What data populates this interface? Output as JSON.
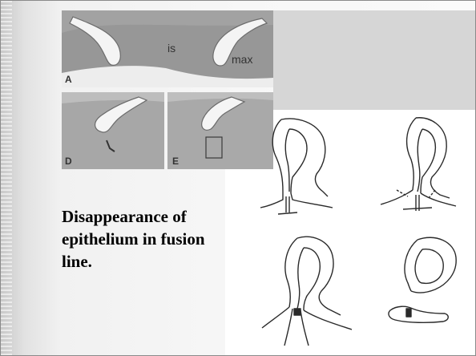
{
  "slide": {
    "caption": "Disappearance of epithelium in fusion line.",
    "panel_labels": {
      "a": "A",
      "d": "D",
      "e": "E"
    },
    "region_labels": {
      "is": "is",
      "max": "max"
    }
  }
}
